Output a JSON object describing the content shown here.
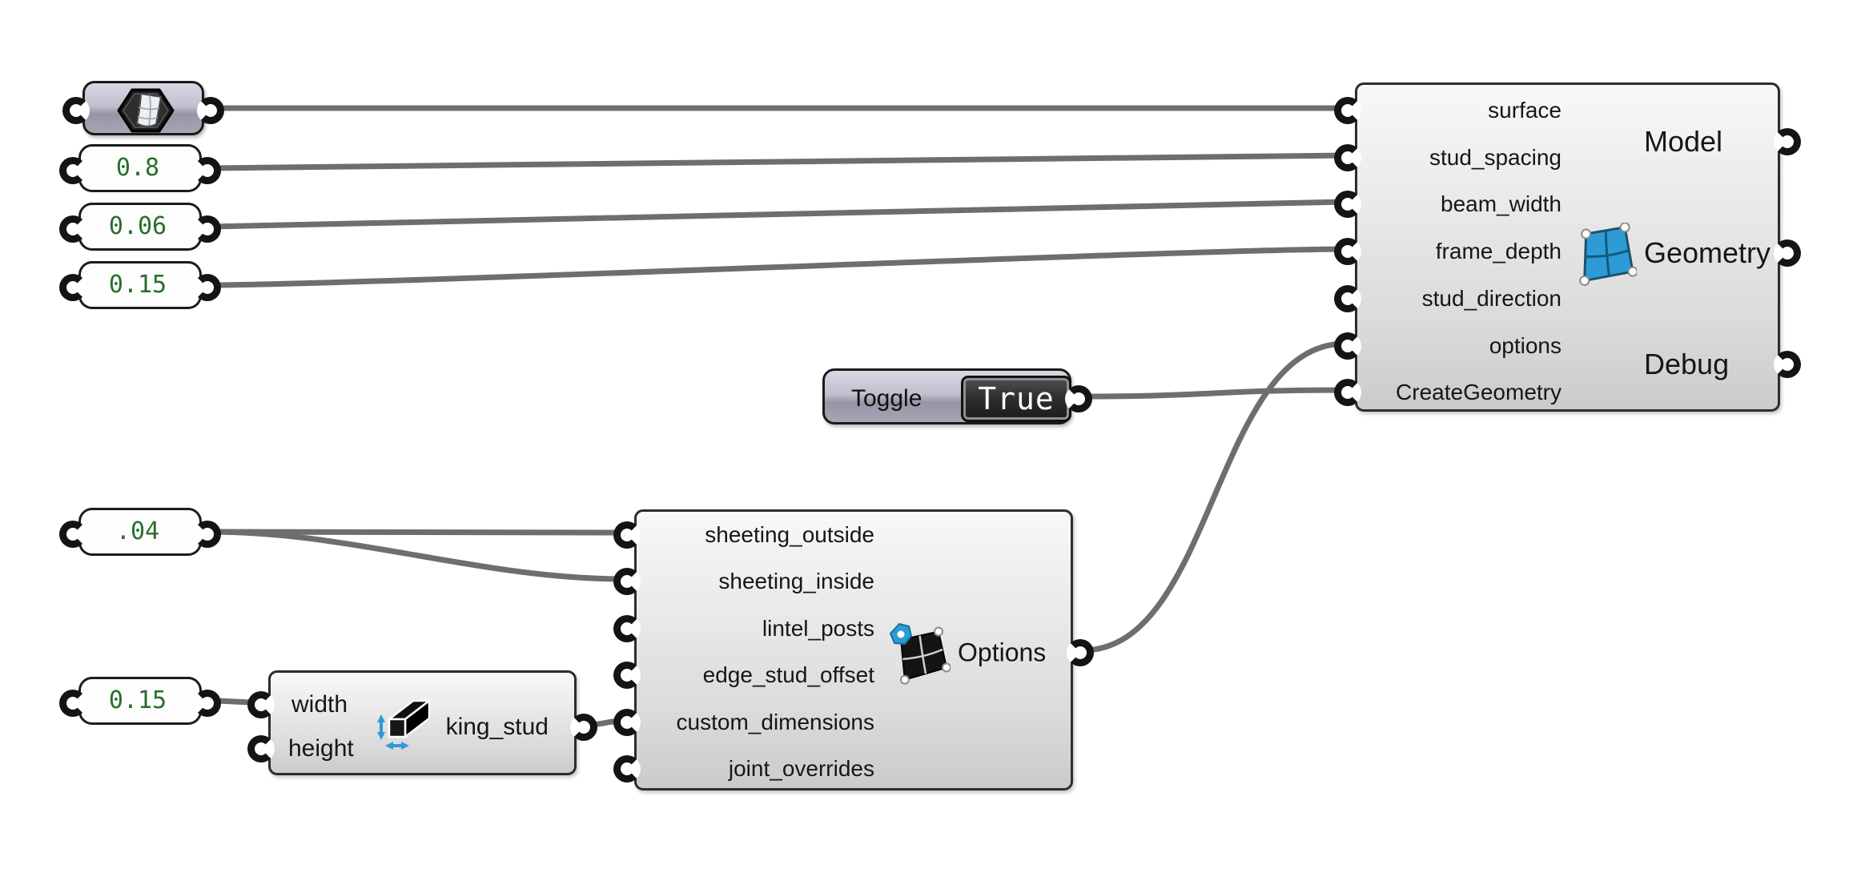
{
  "canvas": {
    "background": "#ffffff",
    "wire_color": "#6e6e6e",
    "accent_blue": "#2d9bd5",
    "panel_text_color": "#2a6e2a"
  },
  "nodes": {
    "surface_param": {
      "type": "surface-parameter",
      "icon": "surface-hexagon-icon"
    },
    "panel_stud_spacing": {
      "value": "0.8"
    },
    "panel_beam_width": {
      "value": "0.06"
    },
    "panel_frame_depth": {
      "value": "0.15"
    },
    "panel_sheeting": {
      "value": ".04"
    },
    "panel_king_stud_width": {
      "value": "0.15"
    },
    "toggle": {
      "label": "Toggle",
      "value": "True"
    },
    "king_stud": {
      "inputs": [
        "width",
        "height"
      ],
      "output": "king_stud",
      "icon": "beam-dimensions-icon"
    },
    "options": {
      "inputs": [
        "sheeting_outside",
        "sheeting_inside",
        "lintel_posts",
        "edge_stud_offset",
        "custom_dimensions",
        "joint_overrides"
      ],
      "output": "Options",
      "icon": "options-patch-icon"
    },
    "model": {
      "inputs": [
        "surface",
        "stud_spacing",
        "beam_width",
        "frame_depth",
        "stud_direction",
        "options",
        "CreateGeometry"
      ],
      "outputs": [
        "Model",
        "Geometry",
        "Debug"
      ],
      "icon": "geometry-patch-icon"
    }
  },
  "connections": [
    {
      "from": "surface_param.out",
      "to": "model.surface"
    },
    {
      "from": "panel_stud_spacing.out",
      "to": "model.stud_spacing"
    },
    {
      "from": "panel_beam_width.out",
      "to": "model.beam_width"
    },
    {
      "from": "panel_frame_depth.out",
      "to": "model.frame_depth"
    },
    {
      "from": "toggle.out",
      "to": "model.CreateGeometry"
    },
    {
      "from": "options.out",
      "to": "model.options"
    },
    {
      "from": "panel_sheeting.out",
      "to": "options.sheeting_outside"
    },
    {
      "from": "panel_sheeting.out",
      "to": "options.sheeting_inside"
    },
    {
      "from": "panel_king_stud_width.out",
      "to": "king_stud.width"
    },
    {
      "from": "king_stud.out",
      "to": "options.custom_dimensions"
    }
  ]
}
